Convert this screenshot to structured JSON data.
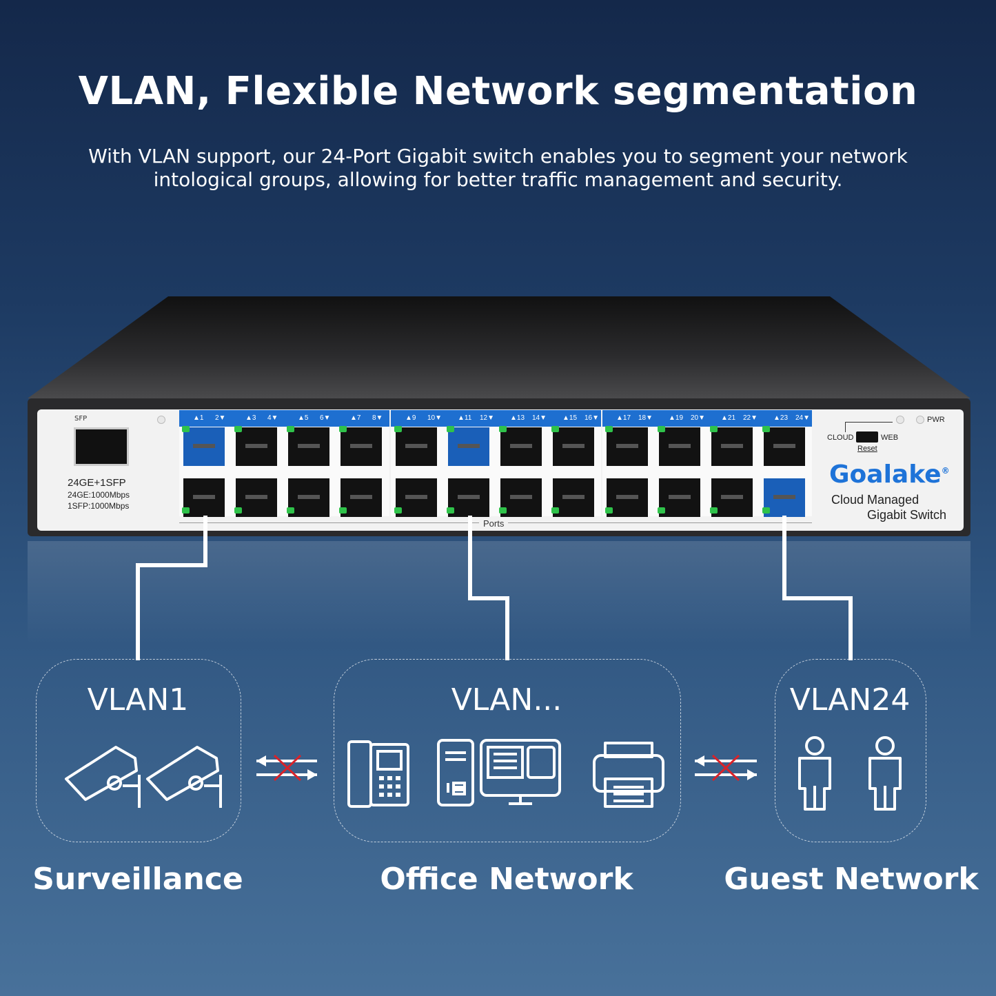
{
  "header": {
    "title": "VLAN, Flexible Network segmentation",
    "subtitle_line1": "With VLAN support, our 24-Port Gigabit switch enables you to segment your network",
    "subtitle_line2": "intological groups, allowing for better traffic management and security."
  },
  "device": {
    "sfp_label": "SFP",
    "model_line1": "24GE+1SFP",
    "model_line2": "24GE:1000Mbps",
    "model_line3": "1SFP:1000Mbps",
    "port_labels": [
      "▲1",
      "2▼",
      "▲3",
      "4▼",
      "▲5",
      "6▼",
      "▲7",
      "8▼",
      "▲9",
      "10▼",
      "▲11",
      "12▼",
      "▲13",
      "14▼",
      "▲15",
      "16▼",
      "▲17",
      "18▼",
      "▲19",
      "20▼",
      "▲21",
      "22▼",
      "▲23",
      "24▼"
    ],
    "ports_caption": "Ports",
    "pwr_label": "PWR",
    "cloud_label": "CLOUD",
    "web_label": "WEB",
    "reset_label": "Reset",
    "brand": "Goalake",
    "registered": "®",
    "product_line1": "Cloud Managed",
    "product_line2": "Gigabit  Switch",
    "highlighted_ports": [
      1,
      11,
      24
    ]
  },
  "groups": [
    {
      "vlan": "VLAN1",
      "label": "Surveillance",
      "icons": [
        "cctv-camera-icon",
        "cctv-camera-icon"
      ]
    },
    {
      "vlan": "VLAN...",
      "label": "Office Network",
      "icons": [
        "desk-phone-icon",
        "desktop-computer-icon",
        "printer-icon"
      ]
    },
    {
      "vlan": "VLAN24",
      "label": "Guest Network",
      "icons": [
        "person-icon",
        "person-icon"
      ]
    }
  ],
  "separators": [
    "blocked-traffic-icon",
    "blocked-traffic-icon"
  ],
  "colors": {
    "accent_blue": "#1e6fd0",
    "led_green": "#2fc24a",
    "blocked_red": "#d8232a",
    "brand_blue": "#1e73d8"
  }
}
